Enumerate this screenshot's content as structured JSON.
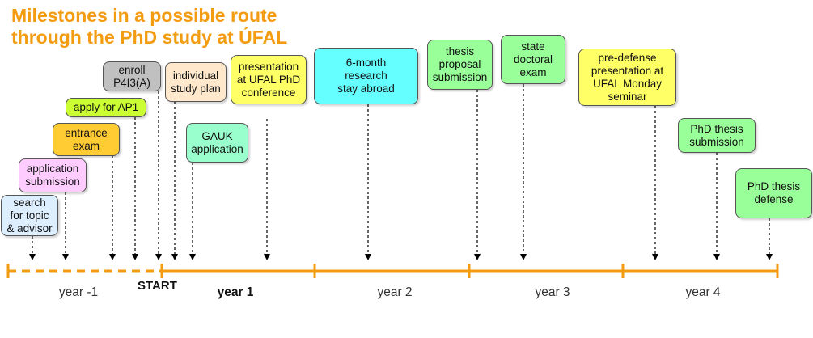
{
  "title": {
    "line1": "Milestones in a possible route",
    "line2": "through the PhD study at ÚFAL"
  },
  "milestones": {
    "search": "search\nfor topic\n& advisor",
    "application": "application\nsubmission",
    "entrance": "entrance\nexam",
    "apply_ap1": "apply for AP1",
    "enroll": "enroll\nP4I3(A)",
    "study_plan": "individual\nstudy plan",
    "gauk": "GAUK\napplication",
    "presentation": "presentation\nat UFAL PhD\nconference",
    "stay_abroad": "6-month\nresearch\nstay abroad",
    "thesis_proposal": "thesis\nproposal\nsubmission",
    "state_exam": "state\ndoctoral\nexam",
    "pre_defense": "pre-defense\npresentation at\nUFAL Monday\nseminar",
    "thesis_submission": "PhD thesis\nsubmission",
    "thesis_defense": "PhD thesis\ndefense"
  },
  "timeline": {
    "start_label": "START",
    "years": {
      "year_minus1": "year  -1",
      "year1": "year  1",
      "year2": "year  2",
      "year3": "year 3",
      "year4": "year 4"
    }
  },
  "colors": {
    "title": "#f39c12",
    "timeline": "#f39c12",
    "blue": "#ddeeff",
    "pink": "#ffccff",
    "orange": "#ffcc33",
    "lime": "#ccff33",
    "gray": "#c0c0c0",
    "peach": "#ffe8cc",
    "mint": "#99ffcc",
    "yellow": "#ffff66",
    "cyan": "#66ffff",
    "green": "#99ff99"
  }
}
